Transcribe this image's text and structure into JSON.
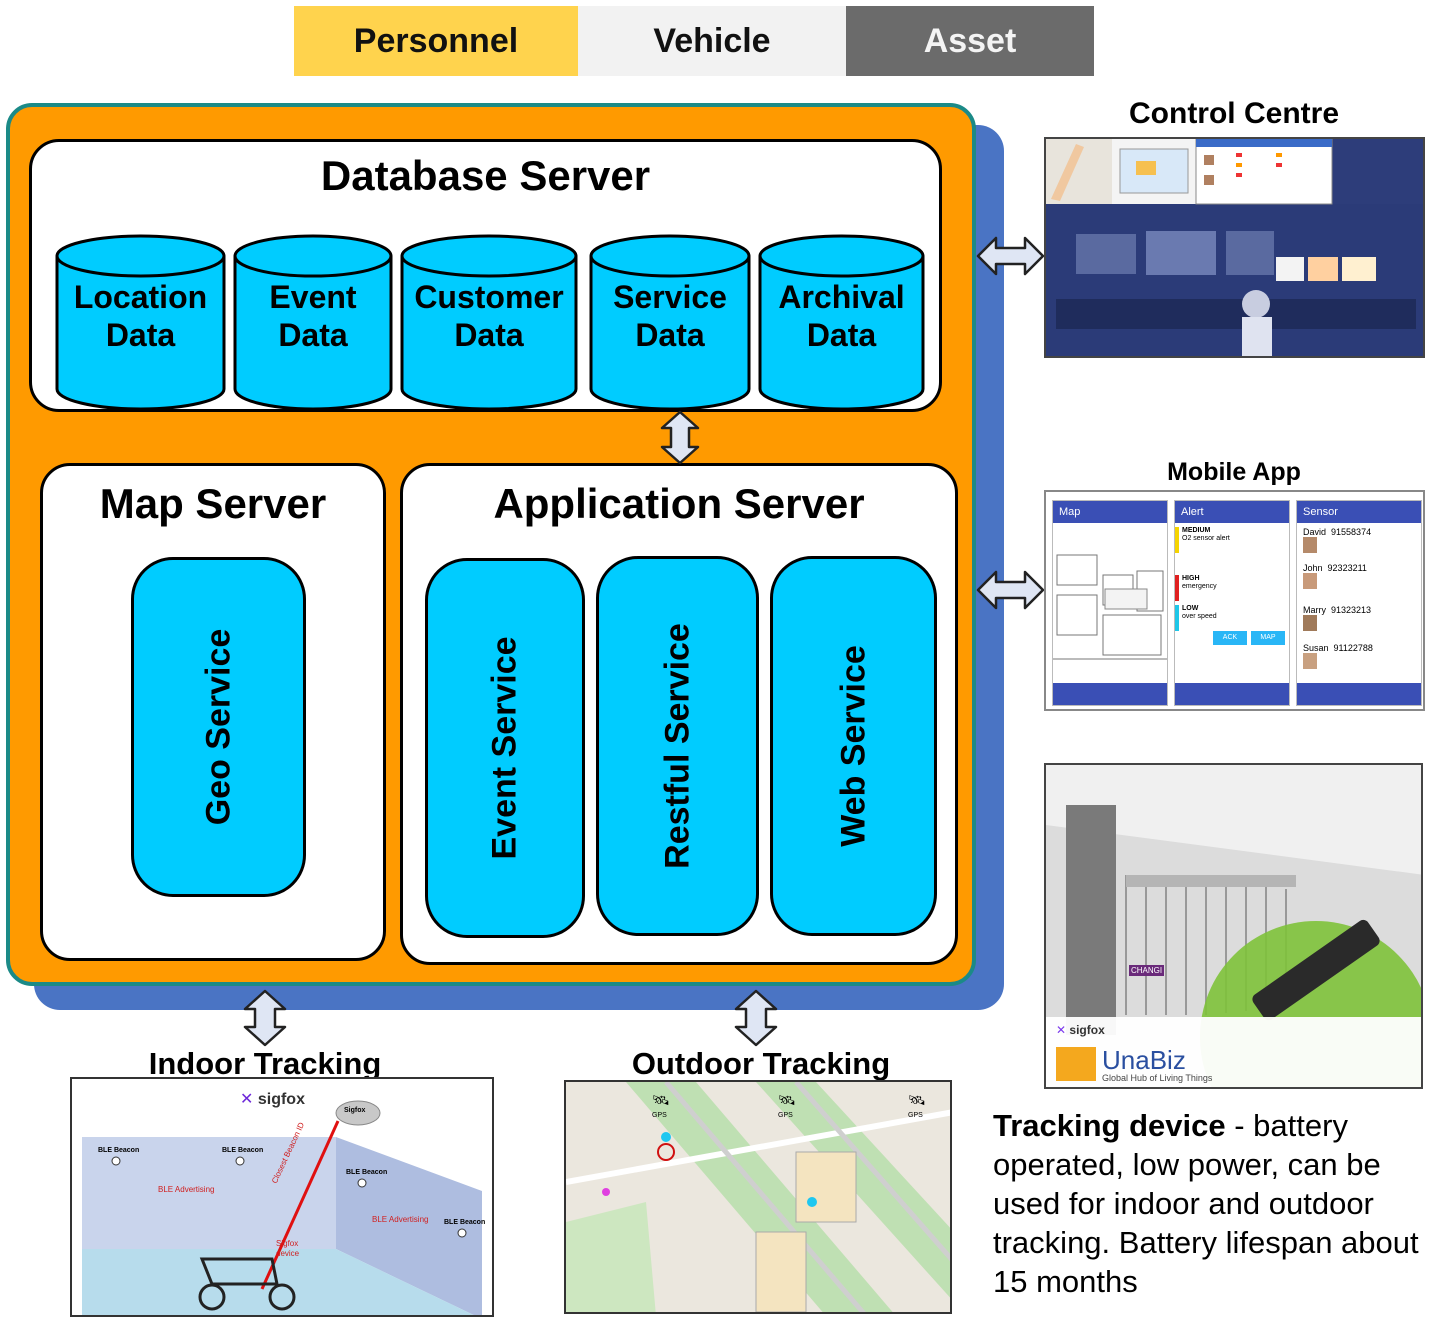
{
  "tabs": [
    {
      "label": "Personnel",
      "color": "#ffd34d"
    },
    {
      "label": "Vehicle",
      "color": "#f2f2f2"
    },
    {
      "label": "Asset",
      "color": "#6b6b6b"
    }
  ],
  "database_server": {
    "title": "Database Server",
    "stores": [
      {
        "line1": "Location",
        "line2": "Data"
      },
      {
        "line1": "Event",
        "line2": "Data"
      },
      {
        "line1": "Customer",
        "line2": "Data"
      },
      {
        "line1": "Service",
        "line2": "Data"
      },
      {
        "line1": "Archival",
        "line2": "Data"
      }
    ]
  },
  "map_server": {
    "title": "Map Server",
    "services": [
      "Geo Service"
    ]
  },
  "application_server": {
    "title": "Application Server",
    "services": [
      "Event Service",
      "Restful Service",
      "Web Service"
    ]
  },
  "control_centre": {
    "title": "Control Centre"
  },
  "mobile_app": {
    "title": "Mobile App",
    "screens": [
      "Map",
      "Alert",
      "Sensor"
    ],
    "alert_items": [
      {
        "level": "MEDIUM",
        "text": "O2 sensor alert"
      },
      {
        "level": "HIGH",
        "text": "emergency"
      },
      {
        "level": "LOW",
        "text": "over speed"
      }
    ],
    "sensor_people": [
      {
        "name": "David",
        "phone": "91558374"
      },
      {
        "name": "John",
        "phone": "92323211"
      },
      {
        "name": "Marry",
        "phone": "91323213"
      },
      {
        "name": "Susan",
        "phone": "91122788"
      }
    ],
    "actions": [
      "ACK",
      "MAP"
    ]
  },
  "indoor_tracking": {
    "title": "Indoor Tracking",
    "sigfox": "sigfox",
    "cloud": "Sigfox",
    "beacon": "BLE Beacon",
    "advertising": "BLE Advertising",
    "closest": "Closest Beacon ID",
    "device": "Sigfox device"
  },
  "outdoor_tracking": {
    "title": "Outdoor Tracking",
    "gps": "GPS"
  },
  "device_photo": {
    "sigfox": "sigfox",
    "brand": "UnaBiz",
    "tagline": "Global Hub of Living Things",
    "terminal_sign": "CHANGI"
  },
  "tracking_device": {
    "heading": "Tracking device",
    "text": " - battery operated, low power, can be used for indoor and outdoor tracking. Battery lifespan about 15 months"
  },
  "colors": {
    "orange": "#ff9a00",
    "blue_shadow": "#4a74c4",
    "cyan": "#00ccff",
    "arrow_fill": "#dfe6f4"
  }
}
